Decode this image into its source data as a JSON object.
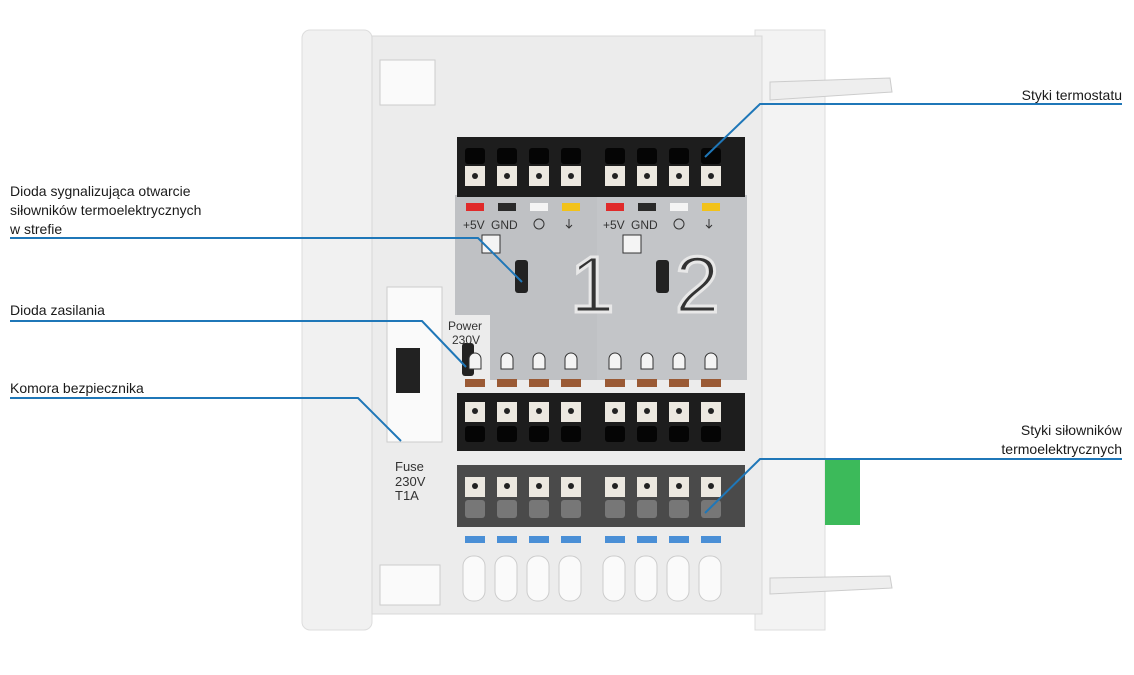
{
  "callouts": {
    "thermostat_contacts": "Styki termostatu",
    "zone_led_line1": "Dioda sygnalizująca otwarcie",
    "zone_led_line2": "siłowników termoelektrycznych",
    "zone_led_line3": "w strefie",
    "power_led": "Dioda zasilania",
    "fuse_chamber": "Komora bezpiecznika",
    "actuator_contacts_line1": "Styki siłowników",
    "actuator_contacts_line2": "termoelektrycznych"
  },
  "device": {
    "terminal_labels": [
      "+5V",
      "GND",
      "clock-icon",
      "arrow-down-icon"
    ],
    "zones": [
      "1",
      "2"
    ],
    "power_label_line1": "Power",
    "power_label_line2": "230V",
    "fuse_line1": "Fuse",
    "fuse_line2": "230V",
    "fuse_line3": "T1A",
    "wire_colors": [
      "#e02a2a",
      "#2a2a2a",
      "#f4f4f4",
      "#f2c21a"
    ],
    "callout_color": "#1f77b8"
  }
}
